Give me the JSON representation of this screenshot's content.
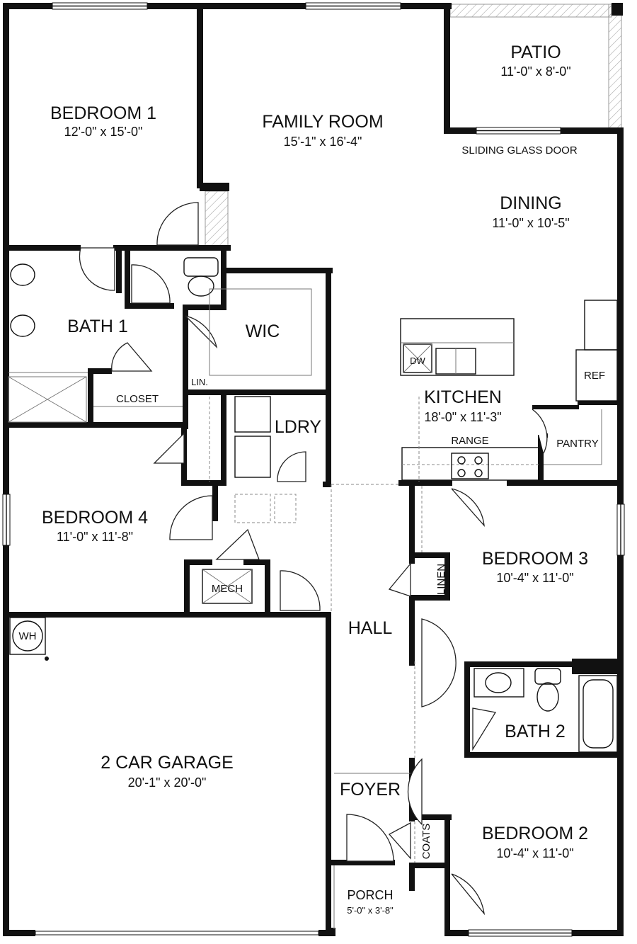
{
  "rooms": {
    "bedroom1": {
      "name": "BEDROOM 1",
      "dims": "12'-0\" x 15'-0\""
    },
    "family": {
      "name": "FAMILY ROOM",
      "dims": "15'-1\" x 16'-4\""
    },
    "patio": {
      "name": "PATIO",
      "dims": "11'-0\" x 8'-0\""
    },
    "dining": {
      "name": "DINING",
      "dims": "11'-0\" x 10'-5\""
    },
    "bath1": {
      "name": "BATH 1"
    },
    "wic": {
      "name": "WIC"
    },
    "kitchen": {
      "name": "KITCHEN",
      "dims": "18'-0\" x 11'-3\""
    },
    "ldry": {
      "name": "LDRY"
    },
    "bedroom4": {
      "name": "BEDROOM 4",
      "dims": "11'-0\" x 11'-8\""
    },
    "bedroom3": {
      "name": "BEDROOM 3",
      "dims": "10'-4\" x 11'-0\""
    },
    "hall": {
      "name": "HALL"
    },
    "bath2": {
      "name": "BATH 2"
    },
    "garage": {
      "name": "2 CAR GARAGE",
      "dims": "20'-1\" x 20'-0\""
    },
    "foyer": {
      "name": "FOYER"
    },
    "bedroom2": {
      "name": "BEDROOM 2",
      "dims": "10'-4\" x 11'-0\""
    },
    "porch": {
      "name": "PORCH",
      "dims": "5'-0\" x 3'-8\""
    }
  },
  "labels": {
    "sliding_door": "SLIDING GLASS DOOR",
    "closet": "CLOSET",
    "lin": "LIN.",
    "dw": "DW",
    "ref": "REF",
    "range": "RANGE",
    "pantry": "PANTRY",
    "mech": "MECH",
    "linen": "LINEN",
    "wh": "WH",
    "coats": "COATS"
  }
}
